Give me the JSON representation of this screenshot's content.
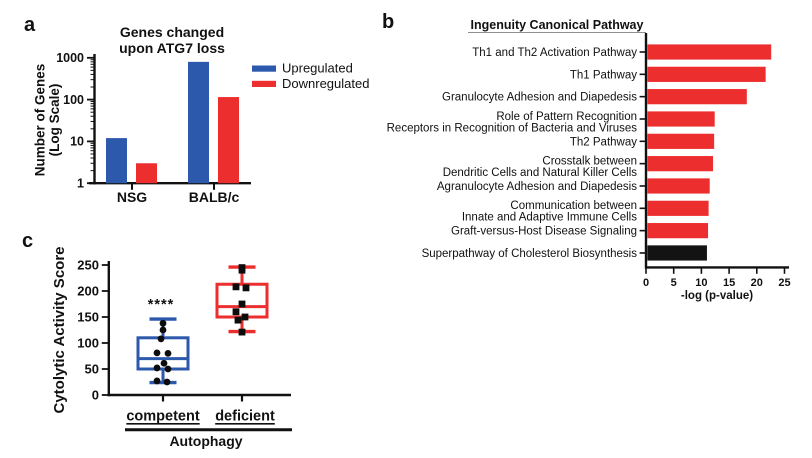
{
  "figure": {
    "background": "#ffffff",
    "panels": {
      "a": {
        "letter": "a"
      },
      "b": {
        "letter": "b"
      },
      "c": {
        "letter": "c"
      }
    }
  },
  "colors": {
    "upregulated_blue": "#2D59AC",
    "downregulated_red": "#ED2E2E",
    "black_bar": "#131313",
    "text": "#111111"
  },
  "chart_data": [
    {
      "id": "genes-changed-bar",
      "type": "bar",
      "title_lines": [
        "Genes changed",
        "upon ATG7 loss"
      ],
      "ylabel_lines": [
        "Number of Genes",
        "(Log Scale)"
      ],
      "yscale": "log",
      "ylim": [
        1,
        1000
      ],
      "yticks": [
        1,
        10,
        100,
        1000
      ],
      "categories": [
        "NSG",
        "BALB/c"
      ],
      "series": [
        {
          "name": "Upregulated",
          "color": "#2D59AC",
          "values": [
            12,
            800
          ]
        },
        {
          "name": "Downregulated",
          "color": "#ED2E2E",
          "values": [
            3,
            115
          ]
        }
      ],
      "legend_position": "right"
    },
    {
      "id": "ingenuity-pathways-bar",
      "type": "bar-horizontal",
      "title": "Ingenuity Canonical Pathway",
      "xlabel": "-log (p-value)",
      "xlim": [
        0,
        25
      ],
      "xticks": [
        0,
        5,
        10,
        15,
        20,
        25
      ],
      "bars": [
        {
          "label_lines": [
            "Th1 and Th2 Activation Pathway"
          ],
          "value": 22.6,
          "color": "#ED2E2E"
        },
        {
          "label_lines": [
            "Th1 Pathway"
          ],
          "value": 21.6,
          "color": "#ED2E2E"
        },
        {
          "label_lines": [
            "Granulocyte Adhesion and Diapedesis"
          ],
          "value": 18.2,
          "color": "#ED2E2E"
        },
        {
          "label_lines": [
            "Role of Pattern Recognition",
            "Receptors in Recognition of Bacteria and Viruses"
          ],
          "value": 12.4,
          "color": "#ED2E2E"
        },
        {
          "label_lines": [
            "Th2 Pathway"
          ],
          "value": 12.3,
          "color": "#ED2E2E"
        },
        {
          "label_lines": [
            "Crosstalk between",
            "Dendritic Cells and Natural Killer Cells"
          ],
          "value": 12.1,
          "color": "#ED2E2E"
        },
        {
          "label_lines": [
            "Agranulocyte Adhesion and Diapedesis"
          ],
          "value": 11.5,
          "color": "#ED2E2E"
        },
        {
          "label_lines": [
            "Communication between",
            "Innate and Adaptive Immune Cells"
          ],
          "value": 11.3,
          "color": "#ED2E2E"
        },
        {
          "label_lines": [
            "Graft-versus-Host Disease Signaling"
          ],
          "value": 11.2,
          "color": "#ED2E2E"
        },
        {
          "label_lines": [
            "Superpathway of Cholesterol Biosynthesis"
          ],
          "value": 11.0,
          "color": "#131313"
        }
      ]
    },
    {
      "id": "cytolytic-box",
      "type": "box",
      "ylabel": "Cytolytic Activity Score",
      "ylim": [
        0,
        250
      ],
      "yticks": [
        0,
        50,
        100,
        150,
        200,
        250
      ],
      "group_axis_label": "Autophagy",
      "groups": [
        {
          "label": "competent",
          "color": "#2D59AC",
          "marker": "circle",
          "annotation": "****",
          "box": {
            "min": 24,
            "q1": 50,
            "median": 70,
            "q3": 110,
            "max": 146
          },
          "points": [
            {
              "v": 138,
              "dx": 0
            },
            {
              "v": 125,
              "dx": 0
            },
            {
              "v": 108,
              "dx": -2
            },
            {
              "v": 81,
              "dx": -6
            },
            {
              "v": 80,
              "dx": 5
            },
            {
              "v": 61,
              "dx": 1
            },
            {
              "v": 52,
              "dx": -6
            },
            {
              "v": 50,
              "dx": 5
            },
            {
              "v": 27,
              "dx": -6
            },
            {
              "v": 25,
              "dx": 4
            }
          ]
        },
        {
          "label": "deficient",
          "color": "#ED2E2E",
          "marker": "square",
          "annotation": "",
          "box": {
            "min": 122,
            "q1": 150,
            "median": 170,
            "q3": 213,
            "max": 246
          },
          "points": [
            {
              "v": 245,
              "dx": 0
            },
            {
              "v": 240,
              "dx": 0
            },
            {
              "v": 208,
              "dx": -6
            },
            {
              "v": 206,
              "dx": 4
            },
            {
              "v": 175,
              "dx": 0
            },
            {
              "v": 160,
              "dx": -6
            },
            {
              "v": 150,
              "dx": 3
            },
            {
              "v": 144,
              "dx": -4
            },
            {
              "v": 121,
              "dx": 0
            }
          ]
        }
      ]
    }
  ]
}
